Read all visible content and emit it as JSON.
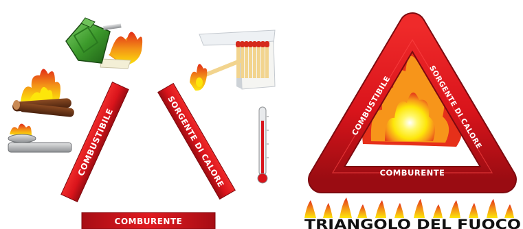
{
  "colors": {
    "bar_red": "#d9141b",
    "bar_dark": "#8e0b10",
    "flame_orange": "#f07a12",
    "flame_yellow": "#fde60a",
    "flame_red": "#e6301a",
    "can_green": "#3c9a2b",
    "metal_gray": "#b5b7b9"
  },
  "exploded": {
    "fuel_label": "COMBUSTIBILE",
    "heat_label": "SORGENTE DI CALORE",
    "oxygen_label": "COMBURENTE"
  },
  "assembled": {
    "fuel_label": "COMBUSTIBILE",
    "heat_label": "SORGENTE DI CALORE",
    "oxygen_label": "COMBURENTE"
  },
  "title": "TRIANGOLO DEL FUOCO",
  "icons": {
    "fuel": [
      "fuel-can-icon",
      "campfire-icon",
      "burner-icon"
    ],
    "heat": [
      "matches-icon",
      "thermometer-icon"
    ]
  }
}
